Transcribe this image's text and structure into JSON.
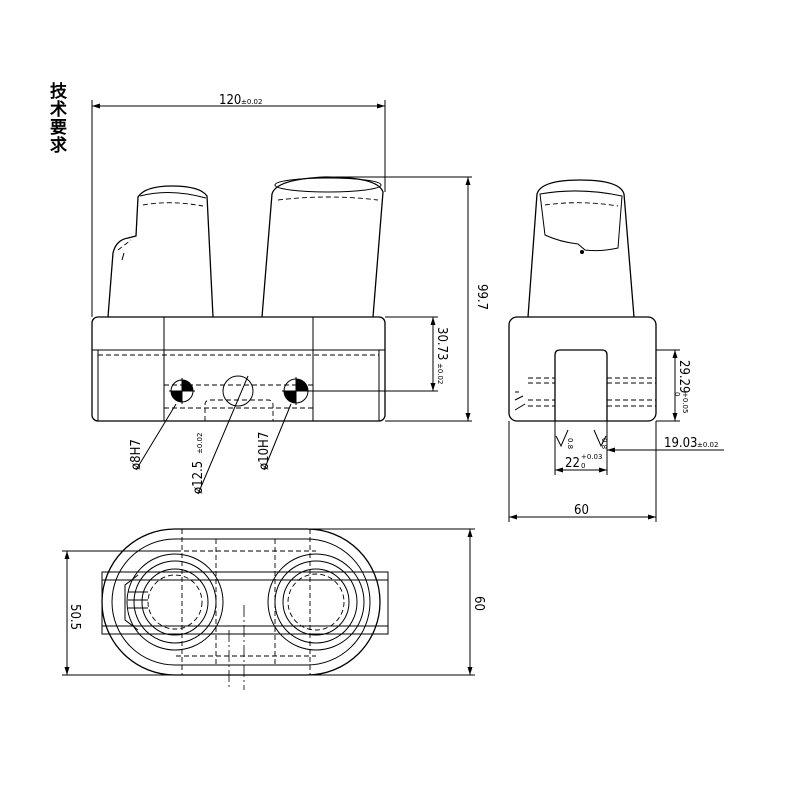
{
  "drawing": {
    "note_title": "技术要求",
    "front_view": {
      "width_dim": "120",
      "width_tol": "±0.02",
      "height_dim": "99.7",
      "base_height_dim": "30.73",
      "base_height_tol": "±0.02",
      "hole_left": "ø8H7",
      "hole_center": "ø12.5",
      "hole_center_tol": "±0.02",
      "hole_right": "ø10H7"
    },
    "side_view": {
      "slot_height_dim": "29.29",
      "slot_height_tol_upper": "+0.05",
      "slot_height_tol_lower": "0",
      "slot_width_dim": "22",
      "slot_width_tol_upper": "+0.03",
      "slot_width_tol_lower": "0",
      "slot_offset_dim": "19.03",
      "slot_offset_tol": "±0.02",
      "base_width_dim": "60",
      "roughness_left": "0.8",
      "roughness_right": "0.8"
    },
    "top_view": {
      "depth_dim": "50.5",
      "overall_dim": "60"
    }
  }
}
